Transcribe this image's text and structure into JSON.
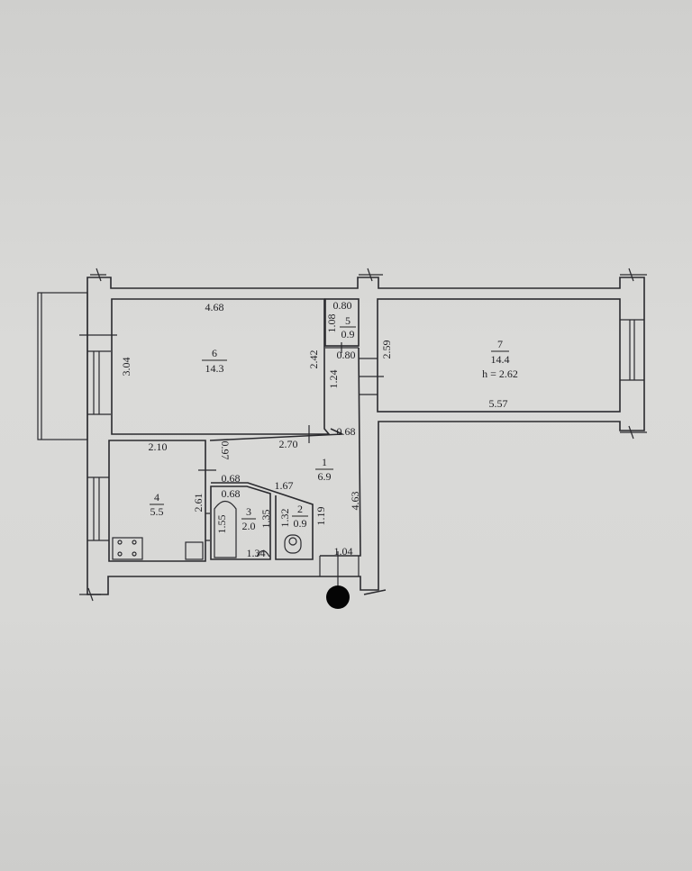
{
  "rooms": {
    "r1": {
      "number": "1",
      "area": "6.9"
    },
    "r2": {
      "number": "2",
      "area": "0.9"
    },
    "r3": {
      "number": "3",
      "area": "2.0"
    },
    "r4": {
      "number": "4",
      "area": "5.5"
    },
    "r5": {
      "number": "5",
      "area": "0.9"
    },
    "r6": {
      "number": "6",
      "area": "14.3"
    },
    "r7": {
      "number": "7",
      "area": "14.4",
      "height": "h = 2.62"
    }
  },
  "dimensions": {
    "r6_top": "4.68",
    "r6_left": "3.04",
    "r6_right": "2.42",
    "r5_top": "0.80",
    "r5_side": "1.08",
    "r5_bottom": "0.80",
    "corridor_side": "1.24",
    "corridor_bottom": "0.68",
    "r7_left": "2.59",
    "r7_bottom": "5.57",
    "r4_top": "2.10",
    "r4_right": "2.61",
    "hall_top": "2.70",
    "hall_door": "0.97",
    "hall_diag_left": "0.68",
    "hall_diag": "1.67",
    "hall_right": "4.63",
    "hall_bottom": "1.04",
    "hall_wc_side": "1.19",
    "r3_top": "0.68",
    "r3_bath": "1.55",
    "r3_side": "1.35",
    "r3_bottom": "1.34",
    "r2_side": "1.32"
  }
}
